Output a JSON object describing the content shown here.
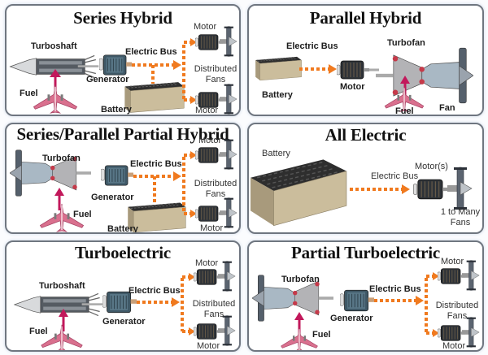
{
  "diagram": {
    "type": "aircraft electrified propulsion architectures",
    "panels": [
      {
        "id": "series-hybrid",
        "title": "Series Hybrid",
        "labels": {
          "engine": "Turboshaft",
          "fuel": "Fuel",
          "generator": "Generator",
          "bus": "Electric Bus",
          "battery": "Battery",
          "motor_top": "Motor",
          "motor_bottom": "Motor",
          "fans": "Distributed Fans"
        }
      },
      {
        "id": "parallel-hybrid",
        "title": "Parallel Hybrid",
        "labels": {
          "bus": "Electric Bus",
          "battery": "Battery",
          "motor": "Motor",
          "engine": "Turbofan",
          "fuel": "Fuel",
          "fan": "Fan"
        }
      },
      {
        "id": "series-parallel-partial-hybrid",
        "title": "Series/Parallel Partial Hybrid",
        "labels": {
          "engine": "Turbofan",
          "fuel": "Fuel",
          "generator": "Generator",
          "bus": "Electric Bus",
          "battery": "Battery",
          "motor_top": "Motor",
          "motor_bottom": "Motor",
          "fans": "Distributed Fans"
        }
      },
      {
        "id": "all-electric",
        "title": "All Electric",
        "labels": {
          "battery": "Battery",
          "bus": "Electric Bus",
          "motor": "Motor(s)",
          "fans": "1 to Many Fans"
        }
      },
      {
        "id": "turboelectric",
        "title": "Turboelectric",
        "labels": {
          "engine": "Turboshaft",
          "fuel": "Fuel",
          "generator": "Generator",
          "bus": "Electric Bus",
          "motor_top": "Motor",
          "motor_bottom": "Motor",
          "fans": "Distributed Fans"
        }
      },
      {
        "id": "partial-turboelectric",
        "title": "Partial Turboelectric",
        "labels": {
          "engine": "Turbofan",
          "fuel": "Fuel",
          "generator": "Generator",
          "bus": "Electric Bus",
          "motor_top": "Motor",
          "motor_bottom": "Motor",
          "fans": "Distributed Fans"
        }
      }
    ],
    "colors": {
      "electric_bus": "#f07a1f",
      "fuel_arrow": "#c2185b",
      "airplane": "#d9708e",
      "battery_body": "#cbbd9c",
      "battery_top": "#2e2e2e",
      "motor": "#3a3f45",
      "fan": "#5b6470",
      "panel_border": "#6f7680"
    }
  }
}
